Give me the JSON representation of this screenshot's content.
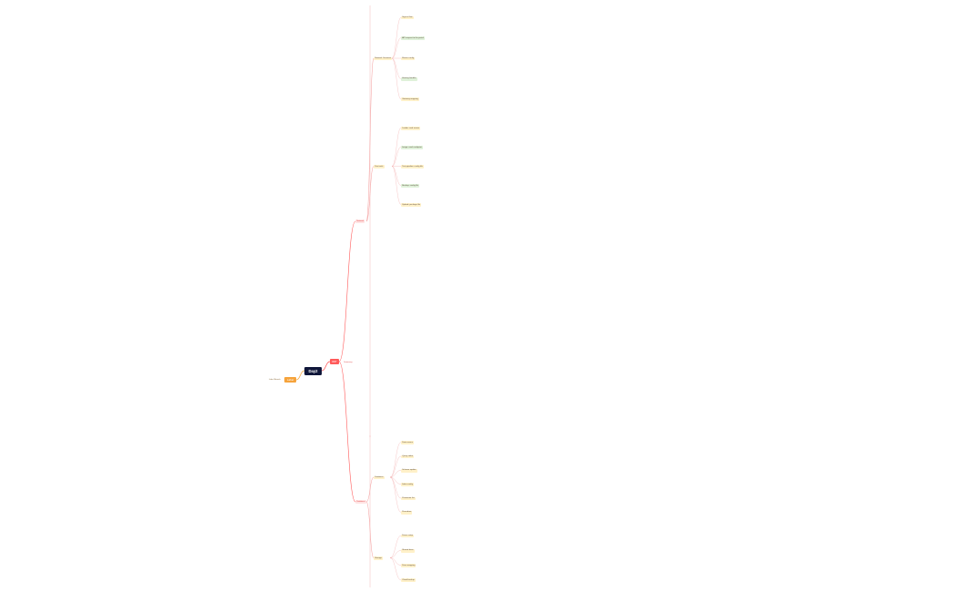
{
  "mindmap": {
    "root": "Day2",
    "left_branch": {
      "label": "Label",
      "note": "Label Branch"
    },
    "main_branch": {
      "label": "RRT"
    },
    "main_tag": "Summary",
    "sections": [
      {
        "label": "Network"
      },
      {
        "label": "Database"
      }
    ],
    "network_groups": [
      {
        "title": "Network Overview",
        "items": [
          "Sign-in flow",
          "API request to the portal",
          "Router config",
          "Hosting handler",
          "Gateway mapping"
        ]
      },
      {
        "title": "Dev tools",
        "items": [
          "Loader: web runner",
          "Image: mock endpoint",
          "Test pipeline: config file",
          "Backup: config file",
          "Upload: package file"
        ]
      }
    ],
    "database_groups": [
      {
        "title": "Database",
        "items": [
          "Data source",
          "Query editor",
          "Schema update",
          "Index config",
          "Parameter list",
          "Procedure"
        ]
      },
      {
        "title": "Storage",
        "items": [
          "Driver setup",
          "Shared drive",
          "Drive mapping",
          "Cloud backup"
        ]
      }
    ]
  }
}
